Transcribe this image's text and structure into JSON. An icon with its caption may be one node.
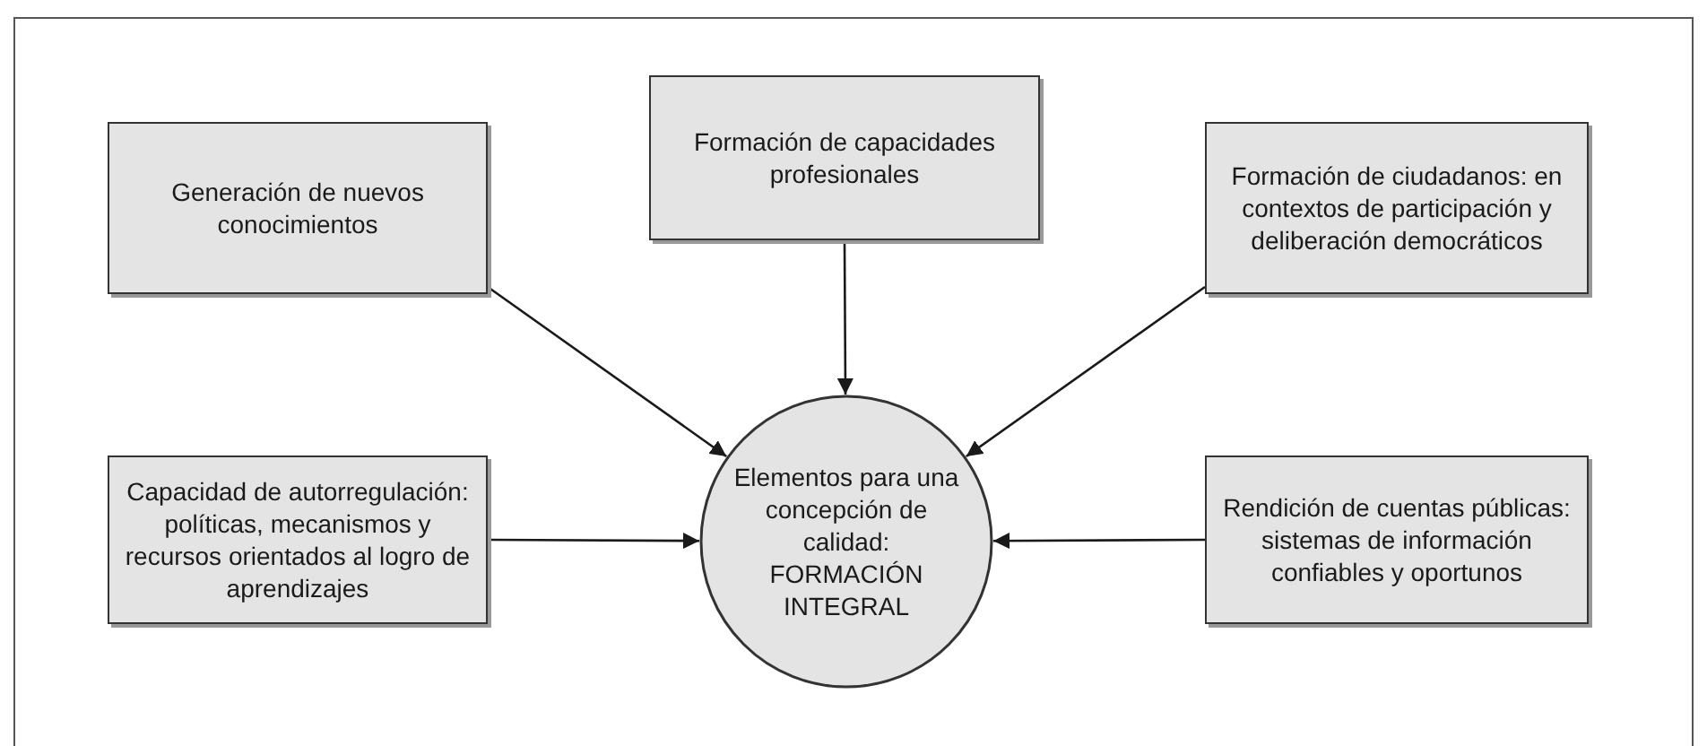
{
  "diagram": {
    "nodes": [
      {
        "text": [
          "Formación de capacidades profesionales"
        ]
      },
      {
        "text": [
          "Generación de nuevos conocimientos"
        ]
      },
      {
        "text": [
          "Formación de ciudadanos: en contextos de participación y deliberación democráticos"
        ]
      },
      {
        "text": [
          "Capacidad de autorregulación: políticas, mecanismos y recursos orientados al logro de aprendizajes"
        ]
      },
      {
        "text": [
          "Elementos para una concepción de calidad:",
          "FORMACIÓN INTEGRAL"
        ]
      },
      {
        "text": [
          "Rendición de cuentas públicas: sistemas de información confiables y oportunos"
        ]
      }
    ],
    "edges": [
      {
        "from": 0,
        "to": 4,
        "arrow": "to"
      },
      {
        "from": 1,
        "to": 4,
        "arrow": "to"
      },
      {
        "from": 2,
        "to": 4,
        "arrow": "to"
      },
      {
        "from": 3,
        "to": 4,
        "arrow": "to"
      },
      {
        "from": 5,
        "to": 4,
        "arrow": "to"
      }
    ]
  }
}
